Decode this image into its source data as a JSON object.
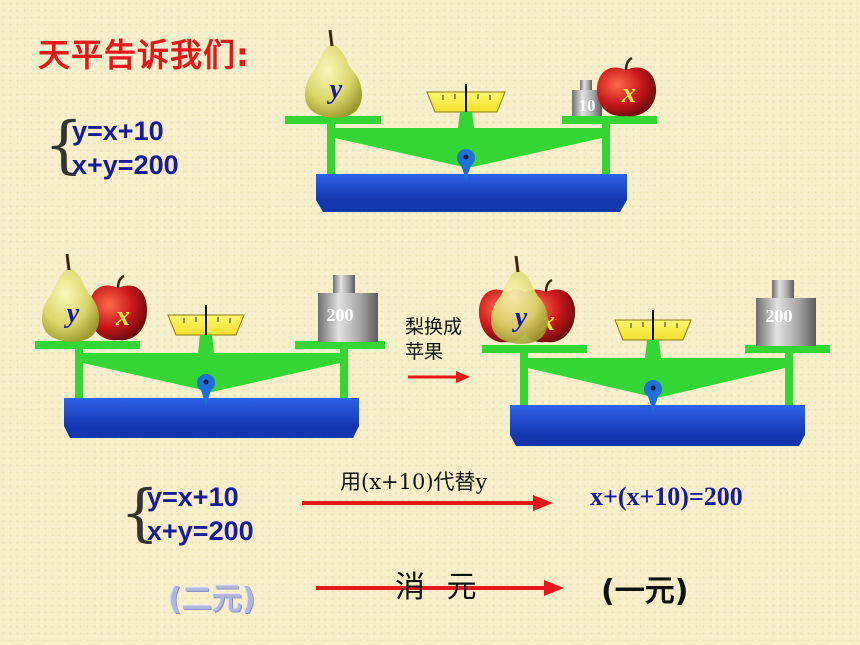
{
  "title": "天平告诉我们:",
  "system_top": {
    "eq1": "y=x+10",
    "eq2": "x+y=200"
  },
  "scale_top": {
    "left_item": "y",
    "right_weight": "10",
    "right_item": "x"
  },
  "scale_left": {
    "item_y": "y",
    "item_x": "x",
    "weight": "200"
  },
  "scale_right": {
    "item_y": "y",
    "item_x": "x",
    "weight": "200"
  },
  "swap_note": {
    "line1": "梨换成",
    "line2": "苹果"
  },
  "system_bottom": {
    "eq1": "y=x+10",
    "eq2": "x+y=200"
  },
  "substitution_label": "用(x+10)代替y",
  "result_equation": "x+(x+10)=200",
  "elimination_label": "消 元",
  "two_variable": "(二元)",
  "one_variable": "(一元)",
  "colors": {
    "title": "#e8151b",
    "equation": "#1a1a9e",
    "scale_beam": "#33d633",
    "scale_base": "#1e4fd8",
    "arrow": "#e8151b"
  }
}
